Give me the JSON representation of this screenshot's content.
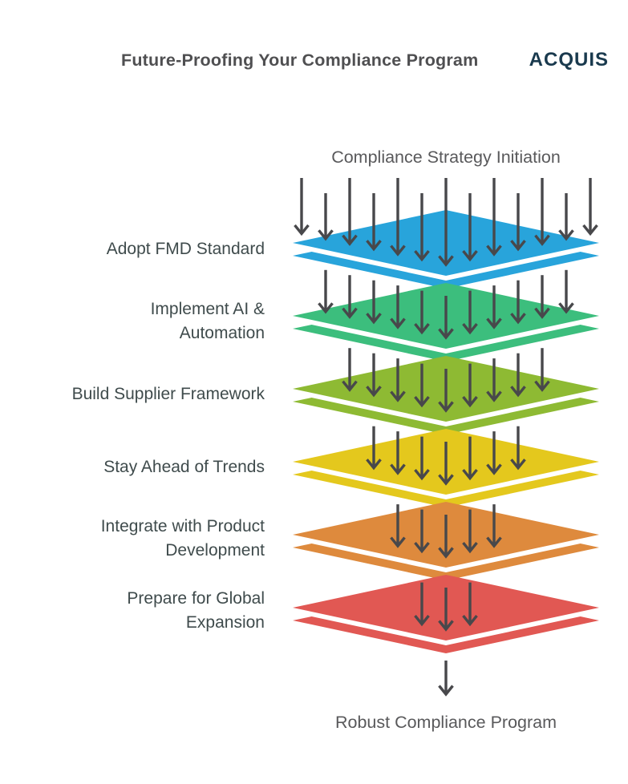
{
  "header": {
    "title": "Future-Proofing Your Compliance Program",
    "logo": "ACQUIS"
  },
  "diagram": {
    "top_label": "Compliance Strategy Initiation",
    "bottom_label": "Robust Compliance Program",
    "arrow_color": "#48484b",
    "text_color": "#3f4b4c",
    "layers": [
      {
        "label": "Adopt FMD Standard",
        "color": "#28a4db"
      },
      {
        "label": "Implement AI &\nAutomation",
        "color": "#3cbe7d"
      },
      {
        "label": "Build Supplier Framework",
        "color": "#8eba33"
      },
      {
        "label": "Stay Ahead of Trends",
        "color": "#e4c81d"
      },
      {
        "label": "Integrate with Product\nDevelopment",
        "color": "#de8a3d"
      },
      {
        "label": "Prepare for Global\nExpansion",
        "color": "#e15853"
      }
    ]
  }
}
